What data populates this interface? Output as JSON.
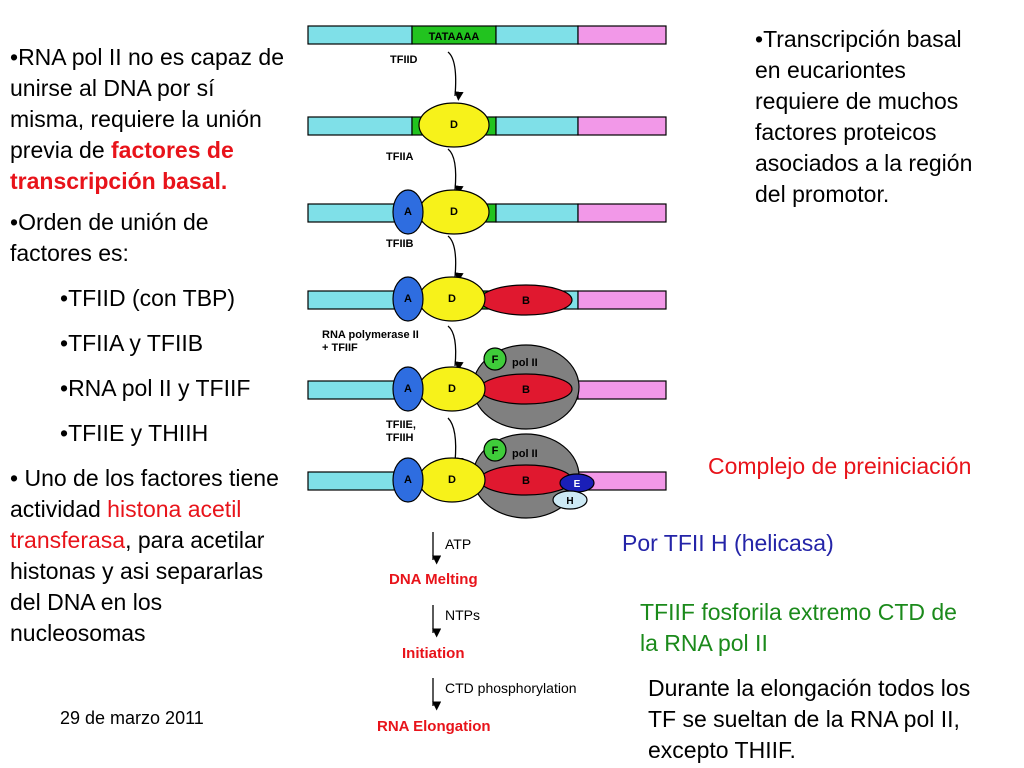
{
  "left": {
    "bullet": "•",
    "p1_a": "RNA pol II no es capaz de unirse al DNA por sí misma, requiere la unión previa de ",
    "p1_red": "factores de transcripción basal.",
    "p2": "Orden de unión de factores es:",
    "order": [
      "TFIID (con TBP)",
      "TFIIA y TFIIB",
      "RNA pol II y TFIIF",
      "TFIIE y THIIH"
    ],
    "p3_a": "Uno de los factores tiene actividad ",
    "p3_red": "histona acetil transferasa",
    "p3_b": ",  para acetilar histonas y asi separarlas del DNA en los nucleosomas"
  },
  "right": {
    "bullet": "•",
    "text": "Transcripción basal en eucariontes requiere de muchos factores proteicos asociados a la región del promotor.",
    "preinit": "Complejo de preiniciación",
    "helicase": "Por TFII H (helicasa)",
    "tfiif": "TFIIF fosforila extremo CTD de la RNA pol II",
    "elong": "Durante la elongación todos los TF se sueltan de la RNA pol II, excepto THIIF."
  },
  "date": "29 de marzo 2011",
  "diagram": {
    "tata": "TATAAAA",
    "step_labels": [
      "TFIID",
      "TFIIA",
      "TFIIB",
      "RNA polymerase II",
      "+ TFIIF",
      "TFIIE,",
      "TFIIH"
    ],
    "D": "D",
    "A": "A",
    "B": "B",
    "F": "F",
    "pol": "pol II",
    "E": "E",
    "H": "H",
    "atp": "ATP",
    "melting": "DNA Melting",
    "ntps": "NTPs",
    "initiation": "Initiation",
    "ctd": "CTD phosphorylation",
    "elongation": "RNA Elongation"
  },
  "colors": {
    "dna_cyan": "#7fe0e8",
    "tata_green": "#22c31f",
    "dna_pink": "#f298e8",
    "tfiid_yellow": "#f7f21a",
    "tfiia_blue": "#2e6de0",
    "tfiib_red": "#e0182f",
    "pol_gray": "#808080",
    "tfiif_green": "#3fcc3a",
    "tfiie_navy": "#1a1fb8",
    "tfiih_lightcyan": "#cdeaf5",
    "accent_red": "#e8131a",
    "text_blue": "#2424a8",
    "text_green": "#1b8a1b"
  }
}
